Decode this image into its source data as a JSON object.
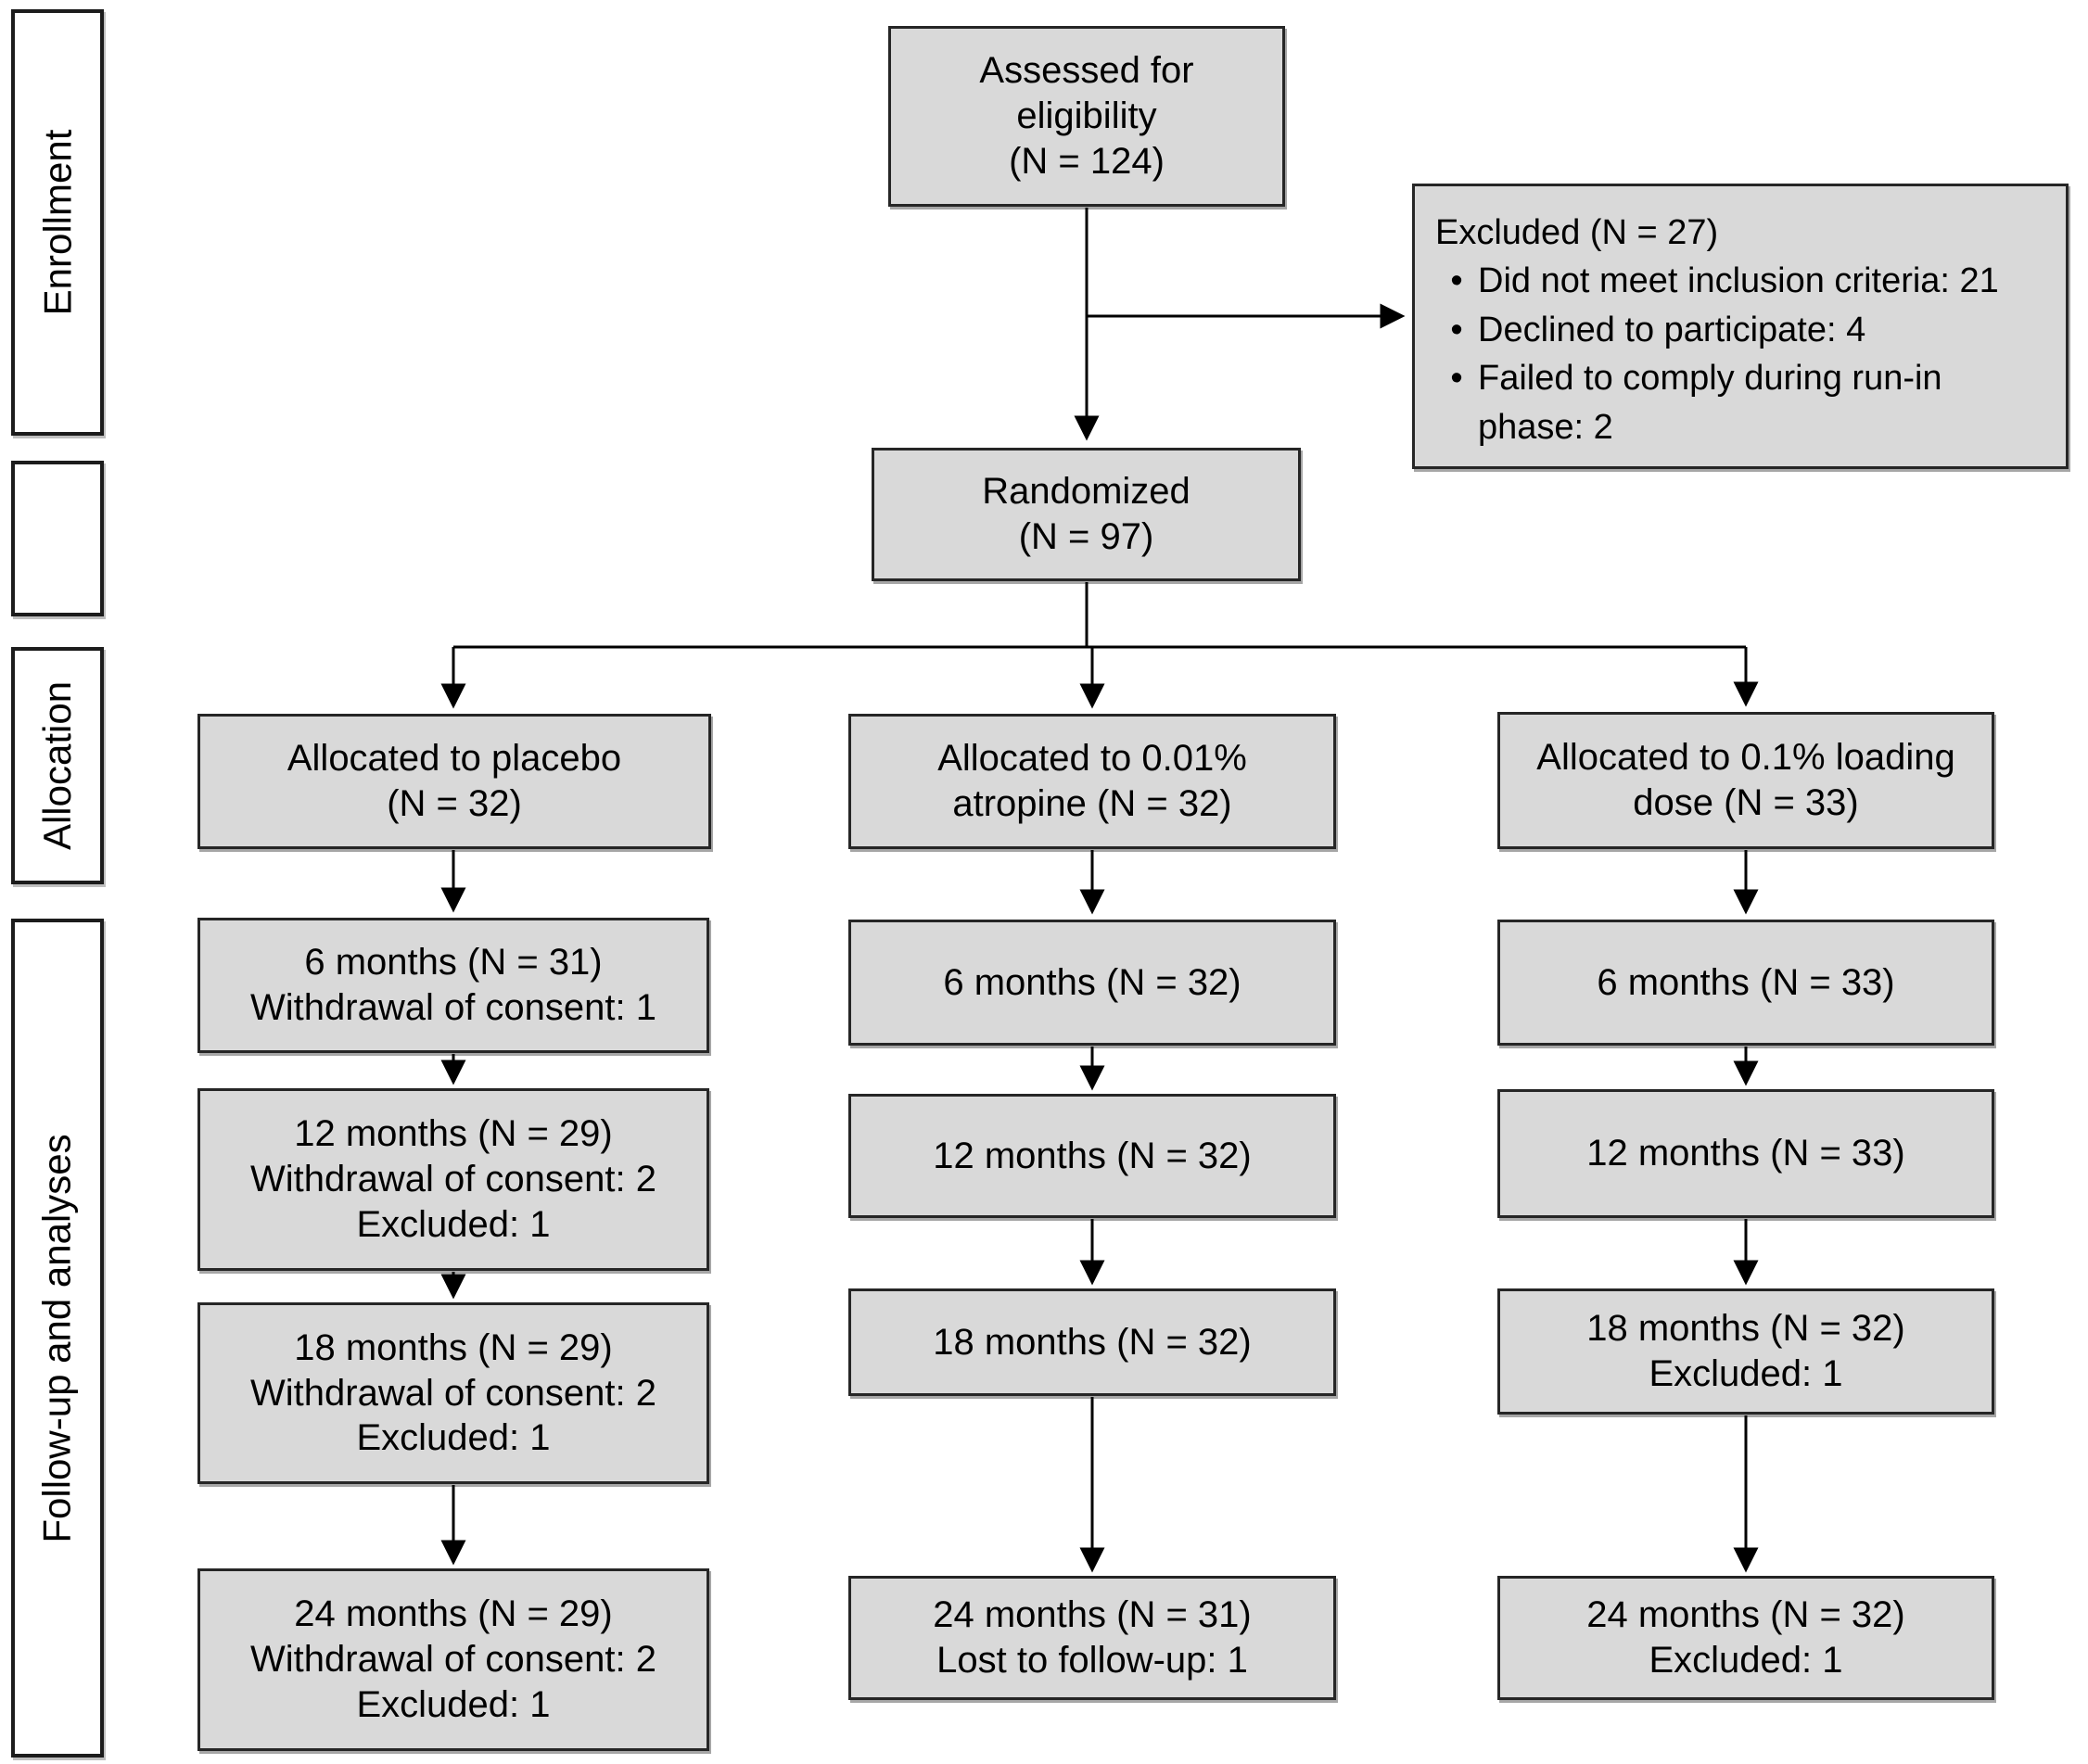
{
  "rails": [
    {
      "label": "Enrollment"
    },
    {
      "label": ""
    },
    {
      "label": "Allocation"
    },
    {
      "label": "Follow-up and analyses"
    }
  ],
  "enrollment": {
    "assessed": {
      "lines": [
        "Assessed for",
        "eligibility",
        "(N = 124)"
      ]
    },
    "excluded": {
      "title": "Excluded (N = 27)",
      "bullet_char": "•",
      "bullets": [
        "Did not meet inclusion criteria: 21",
        "Declined to participate: 4",
        "Failed to comply during run-in phase: 2"
      ]
    },
    "randomized": {
      "lines": [
        "Randomized",
        "(N = 97)"
      ]
    }
  },
  "columns": [
    {
      "allocation": {
        "lines": [
          "Allocated to placebo",
          "(N = 32)"
        ]
      },
      "followups": [
        {
          "lines": [
            "6 months (N = 31)",
            "Withdrawal of consent: 1"
          ]
        },
        {
          "lines": [
            "12 months (N = 29)",
            "Withdrawal of consent: 2",
            "Excluded: 1"
          ]
        },
        {
          "lines": [
            "18 months (N = 29)",
            "Withdrawal of consent: 2",
            "Excluded: 1"
          ]
        },
        {
          "lines": [
            "24 months (N = 29)",
            "Withdrawal of consent: 2",
            "Excluded: 1"
          ]
        }
      ]
    },
    {
      "allocation": {
        "lines": [
          "Allocated to 0.01%",
          "atropine (N = 32)"
        ]
      },
      "followups": [
        {
          "lines": [
            "6 months (N = 32)"
          ]
        },
        {
          "lines": [
            "12 months (N = 32)"
          ]
        },
        {
          "lines": [
            "18 months (N = 32)"
          ]
        },
        {
          "lines": [
            "24 months (N = 31)",
            "Lost to follow-up: 1"
          ]
        }
      ]
    },
    {
      "allocation": {
        "lines": [
          "Allocated to 0.1% loading",
          "dose (N = 33)"
        ]
      },
      "followups": [
        {
          "lines": [
            "6 months (N = 33)"
          ]
        },
        {
          "lines": [
            "12 months (N = 33)"
          ]
        },
        {
          "lines": [
            "18 months (N = 32)",
            "Excluded: 1"
          ]
        },
        {
          "lines": [
            "24 months (N = 32)",
            "Excluded: 1"
          ]
        }
      ]
    }
  ],
  "colors": {
    "box_fill": "#d9d9d9",
    "box_border": "#262626",
    "rail_fill": "#ffffff",
    "background": "#ffffff",
    "text": "#000000"
  }
}
